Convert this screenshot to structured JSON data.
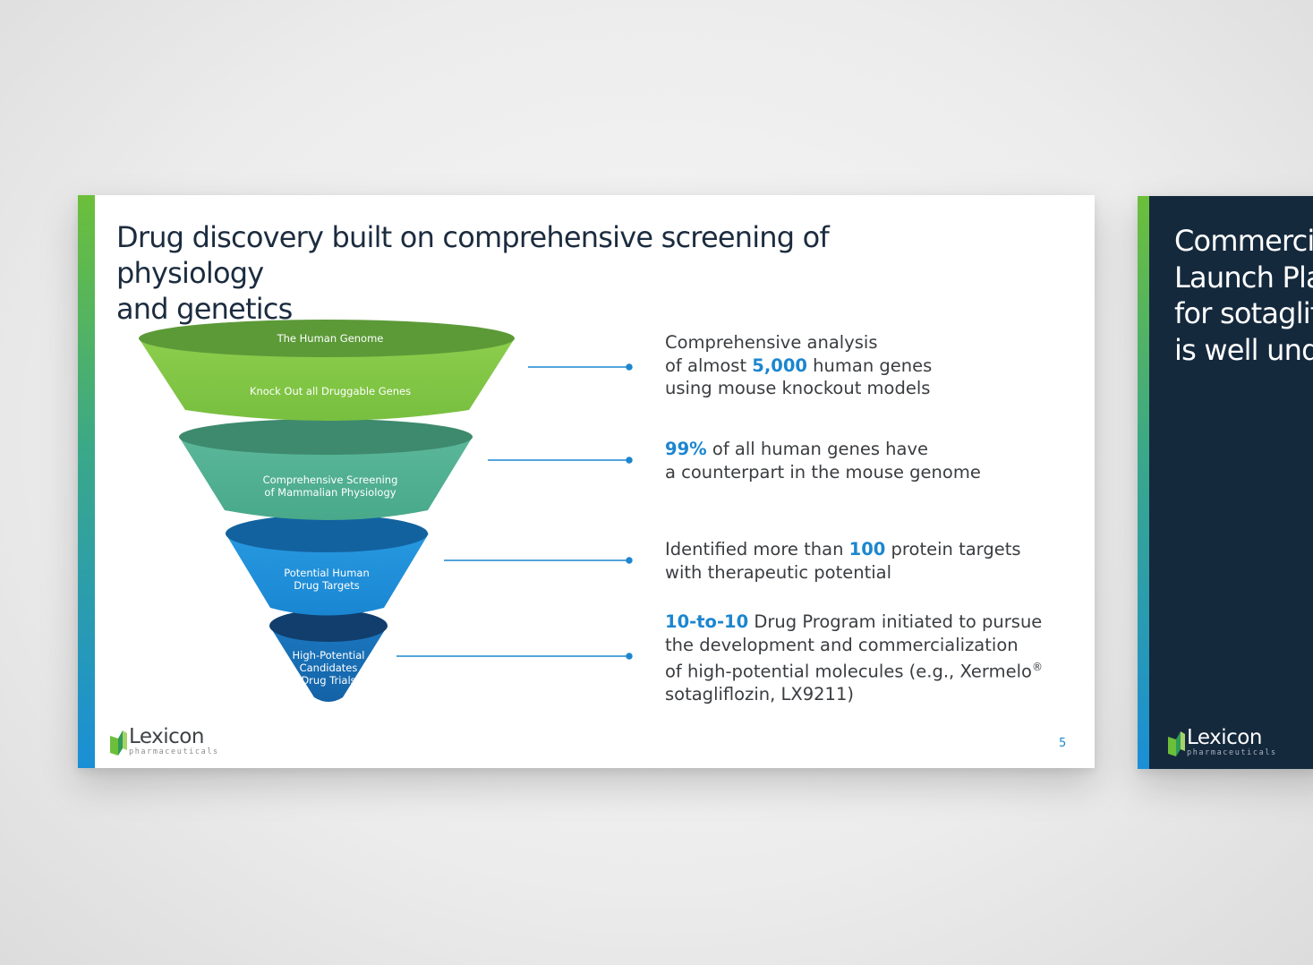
{
  "slide": {
    "title_line1": "Drug discovery built on comprehensive screening of physiology",
    "title_line2": "and genetics",
    "page_number": "5",
    "funnel": {
      "tier1_top_label": "The Human Genome",
      "tier1_label": "Knock Out all Druggable Genes",
      "tier2_line1": "Comprehensive Screening",
      "tier2_line2": "of Mammalian Physiology",
      "tier3_line1": "Potential Human",
      "tier3_line2": "Drug Targets",
      "tier4_line1": "High-Potential",
      "tier4_line2": "Candidates",
      "tier4_line3": "Drug Trials"
    },
    "statements": {
      "s1_line1": "Comprehensive analysis",
      "s1_pre": "of almost ",
      "s1_highlight": "5,000",
      "s1_post": " human genes",
      "s1_line3": "using mouse knockout models",
      "s2_highlight": "99%",
      "s2_post": " of all human genes have",
      "s2_line2": "a counterpart in the mouse genome",
      "s3_pre": "Identified more than ",
      "s3_highlight": "100",
      "s3_post": " protein targets",
      "s3_line2": "with therapeutic potential",
      "s4_highlight": "10-to-10",
      "s4_post": " Drug Program initiated to pursue",
      "s4_line2": "the development and commercialization",
      "s4_line3": "of high-potential molecules (e.g., Xermelo",
      "s4_sup": "®",
      "s4_line4": "sotagliflozin, LX9211)"
    },
    "logo": {
      "word": "Lexicon",
      "sub": "pharmaceuticals"
    }
  },
  "next_slide": {
    "title_line1": "Commercia",
    "title_line2": "Launch Pla",
    "title_line3": "for sotaglif",
    "title_line4": "is well unde",
    "logo": {
      "word": "Lexicon",
      "sub": "pharmaceuticals"
    }
  },
  "colors": {
    "accent_blue": "#1c86cf",
    "title_dark": "#1c2c3f",
    "tier1": "#7cc142",
    "tier2": "#4fae8f",
    "tier3": "#1d8bd8",
    "tier4": "#1669b0",
    "next_slide_bg": "#15293d"
  }
}
